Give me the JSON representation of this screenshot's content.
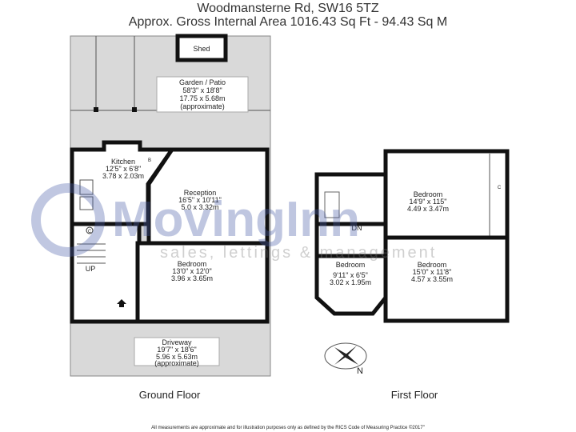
{
  "header": {
    "address": "Woodmansterne Rd, SW16 5TZ",
    "area": "Approx. Gross Internal Area 1016.43 Sq Ft - 94.43 Sq M"
  },
  "ground_floor": {
    "label": "Ground Floor",
    "shed": "Shed",
    "garden": {
      "name": "Garden / Patio",
      "imperial": "58'3\" x 18'8\"",
      "metric": "17.75 x 5.68m",
      "note": "(approximate)"
    },
    "kitchen": {
      "name": "Kitchen",
      "imperial": "12'5\" x 6'8\"",
      "metric": "3.78 x 2.03m",
      "badge": "B"
    },
    "reception": {
      "name": "Reception",
      "imperial": "16'5\" x 10'11\"",
      "metric": "5.0 x 3.32m"
    },
    "bedroom": {
      "name": "Bedroom",
      "imperial": "13'0\" x 12'0\"",
      "metric": "3.96 x 3.65m"
    },
    "cupboard": "C",
    "stairs": "UP",
    "driveway": {
      "name": "Driveway",
      "imperial": "19'7\" x 18'6\"",
      "metric": "5.96 x 5.63m",
      "note": "(approximate)"
    }
  },
  "first_floor": {
    "label": "First Floor",
    "bedroom_rear": {
      "name": "Bedroom",
      "imperial": "14'9\" x 115\"",
      "metric": "4.49 x 3.47m"
    },
    "bedroom_small": {
      "name": "Bedroom",
      "imperial": "9'11\" x 6'5\"",
      "metric": "3.02 x 1.95m"
    },
    "bedroom_front": {
      "name": "Bedroom",
      "imperial": "15'0\" x 11'8\"",
      "metric": "4.57 x 3.55m"
    },
    "stairs": "DN",
    "cupboard": "C"
  },
  "compass": "N",
  "watermark": {
    "brand": "MovingInn",
    "tagline": "sales, lettings & management"
  },
  "footer": "All measurements are approximate and for illustration purposes only as defined by the RICS Code of Measuring Practice ©2017\""
}
